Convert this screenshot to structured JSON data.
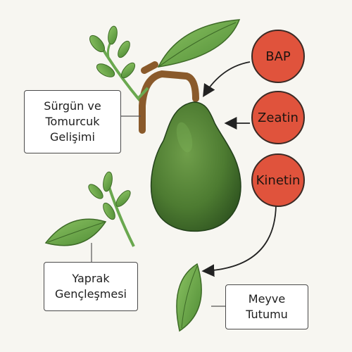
{
  "colors": {
    "background": "#f7f6f1",
    "hormone_circle": "#e0533c",
    "leaf_green": "#6aa84f",
    "fruit_green": "#4f7f34",
    "stem_brown": "#8a5a2b"
  },
  "hormones": [
    {
      "label": "BAP"
    },
    {
      "label": "Zeatin"
    },
    {
      "label": "Kinetin"
    }
  ],
  "effects": {
    "shoot_bud": {
      "lines": [
        "Sürgün ve",
        "Tomurcuk",
        "Gelişimi"
      ]
    },
    "leaf_rejuvenation": {
      "lines": [
        "Yaprak",
        "Gençleşmesi"
      ]
    },
    "fruit_set": {
      "lines": [
        "Meyve",
        "Tutumu"
      ]
    }
  },
  "icons": [
    "avocado-fruit-icon",
    "leaf-icon",
    "shoot-sprig-icon",
    "stem-icon"
  ]
}
